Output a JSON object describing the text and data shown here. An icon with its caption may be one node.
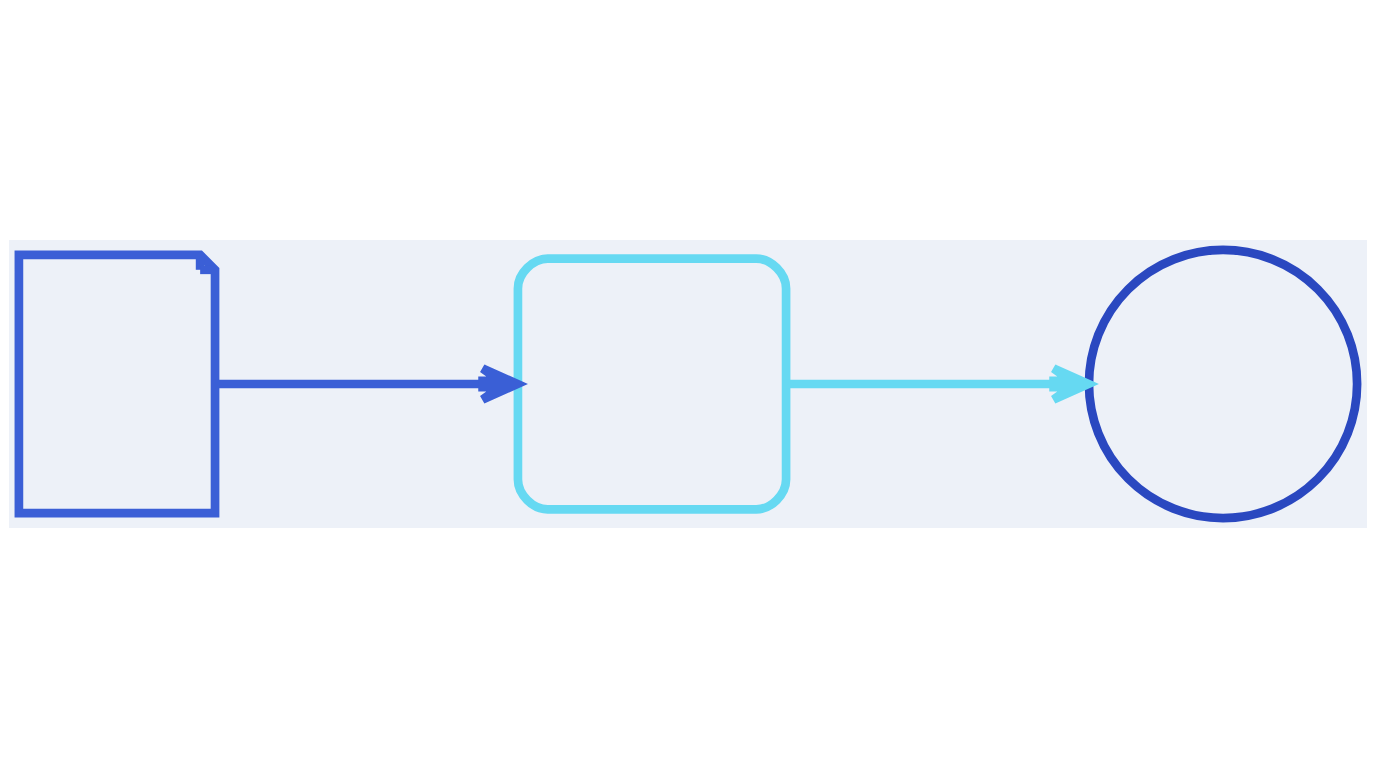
{
  "diagram": {
    "nodes": [
      {
        "text": [],
        "shape": "picture"
      },
      {
        "text": [],
        "shape": "box"
      },
      {
        "text": [],
        "shape": "circle"
      }
    ],
    "edges": [
      {
        "from": 0,
        "to": 1,
        "arrow": "to",
        "color": "#3a5fd6"
      },
      {
        "from": 1,
        "to": 2,
        "arrow": "to",
        "color": "#66d9f2"
      }
    ]
  }
}
